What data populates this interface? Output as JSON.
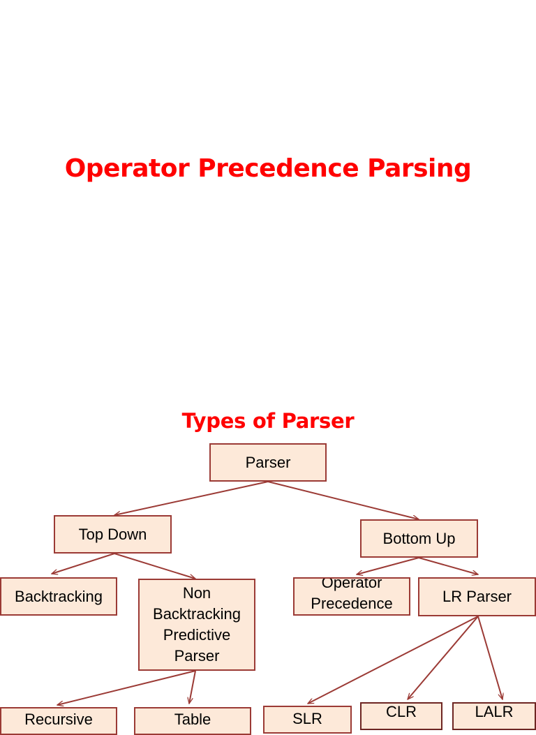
{
  "slide1": {
    "title": "Operator Precedence Parsing"
  },
  "slide2": {
    "title": "Types of Parser",
    "nodes": {
      "parser": "Parser",
      "top_down": "Top Down",
      "bottom_up": "Bottom Up",
      "backtracking": "Backtracking",
      "non_backtracking": "Non\nBacktracking\nPredictive\nParser",
      "operator_precedence": "Operator\nPrecedence",
      "lr_parser": "LR Parser",
      "recursive": "Recursive",
      "table": "Table",
      "slr": "SLR",
      "clr": "CLR",
      "lalr": "LALR"
    }
  },
  "colors": {
    "title": "#ff0000",
    "box_fill": "#fde9d9",
    "box_border": "#9b3a35",
    "edge": "#9b3a35"
  }
}
